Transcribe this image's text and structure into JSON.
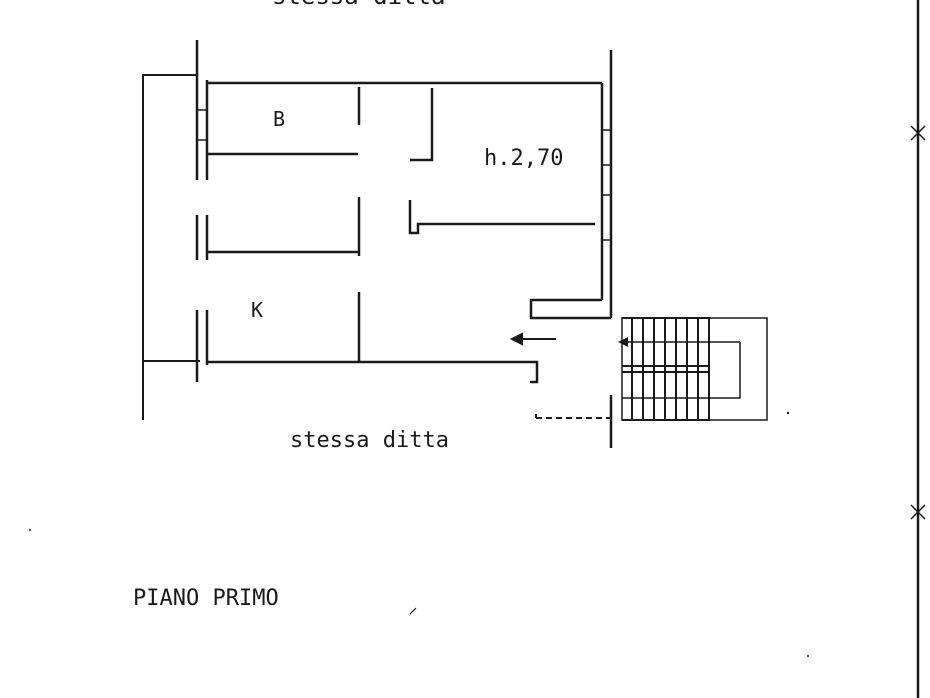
{
  "labels": {
    "top_neighbor": "stessa ditta",
    "room_b": "B",
    "room_k": "K",
    "height": "h.2,70",
    "bottom_neighbor": "stessa ditta",
    "floor_title": "PIANO PRIMO"
  },
  "colors": {
    "ink": "#1a1a1a",
    "paper": "#ffffff"
  },
  "icons": {
    "entrance": "arrow-left-icon",
    "stairs_direction": "arrow-left-icon",
    "boundary_marks": "x-mark-icon"
  }
}
